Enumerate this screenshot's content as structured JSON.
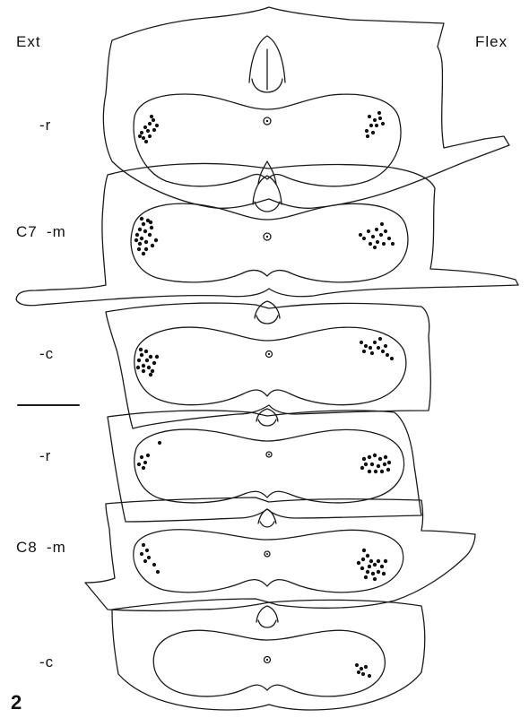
{
  "figure": {
    "number_label": "2",
    "left_header": "Ext",
    "right_header": "Flex",
    "sections": [
      {
        "segment": "",
        "level": "-r"
      },
      {
        "segment": "C7",
        "level": "-m"
      },
      {
        "segment": "",
        "level": "-c"
      },
      {
        "segment": "",
        "level": "-r"
      },
      {
        "segment": "C8",
        "level": "-m"
      },
      {
        "segment": "",
        "level": "-c"
      }
    ]
  },
  "colors": {
    "line": "#1a1a1a",
    "dot": "#111111",
    "background": "#ffffff"
  }
}
